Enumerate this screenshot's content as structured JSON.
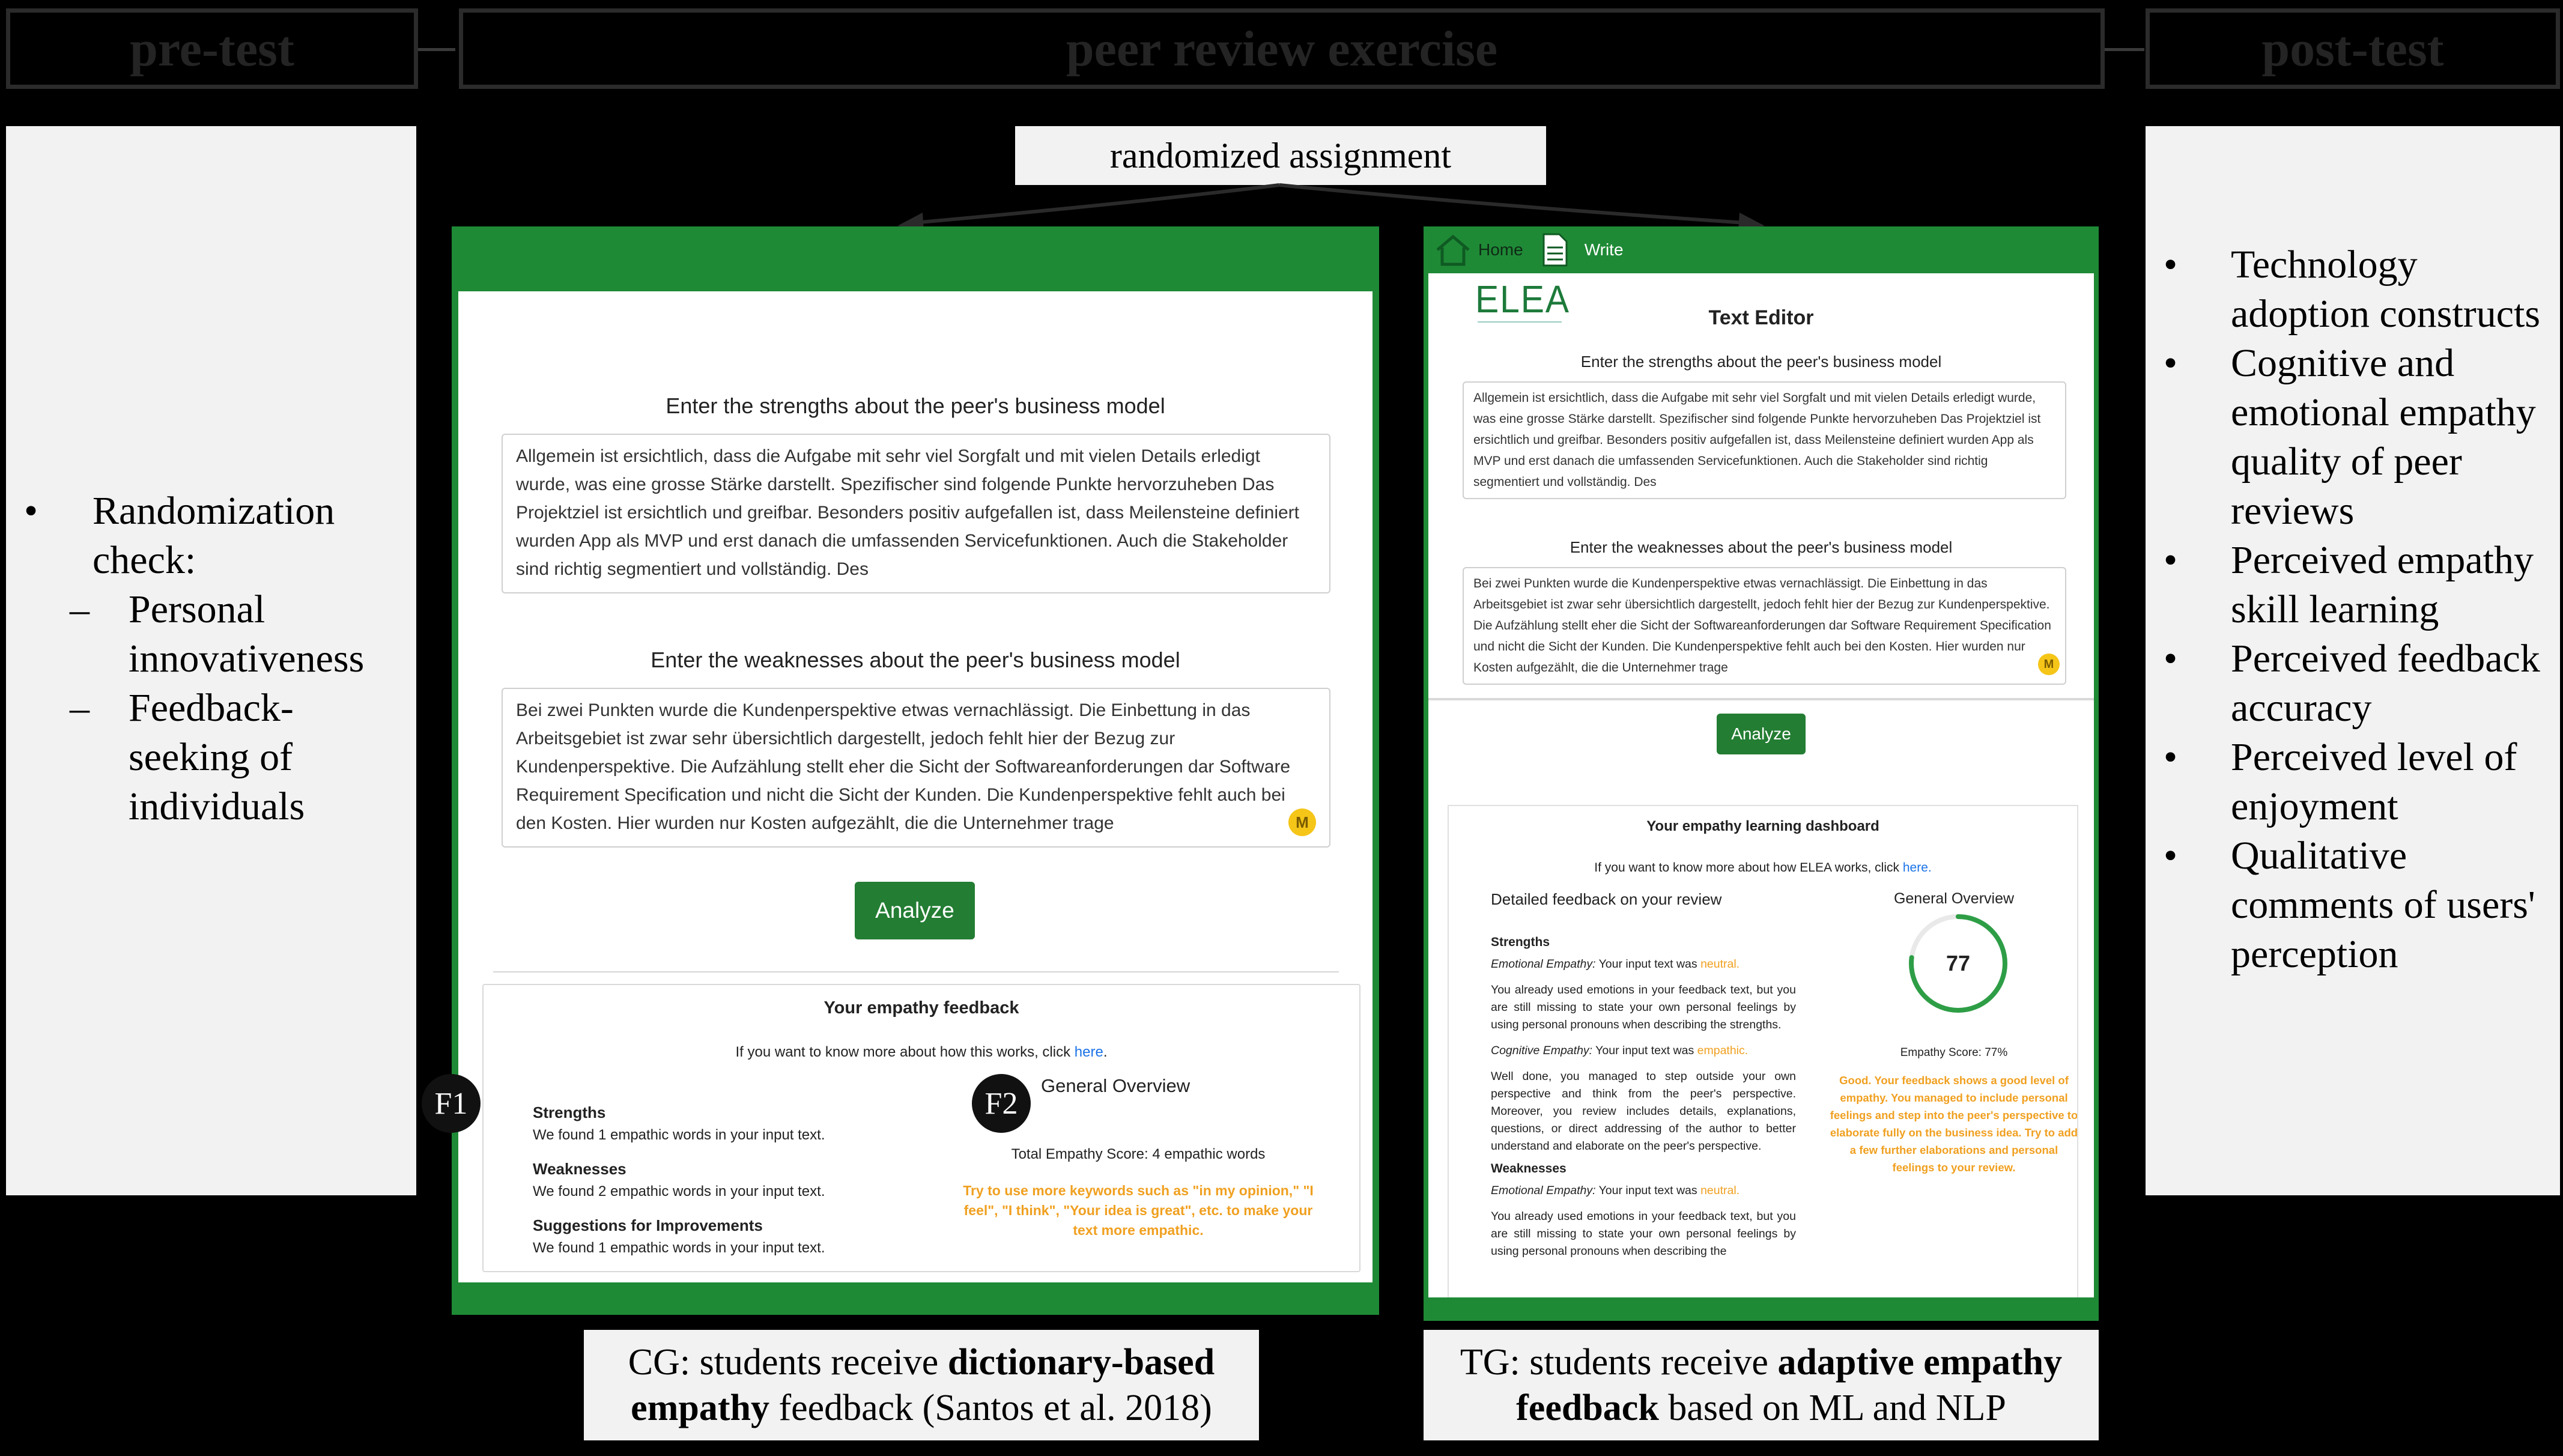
{
  "phases": {
    "pre": "pre-test",
    "peer": "peer review exercise",
    "post": "post-test"
  },
  "left_panel": {
    "bullet": "Randomization check:",
    "sub": [
      "Personal innovativeness",
      "Feedback-seeking of individuals"
    ]
  },
  "right_panel": {
    "items": [
      "Technology adoption constructs",
      "Cognitive and emotional empathy quality of peer reviews",
      "Perceived empathy skill learning",
      "Perceived feedback accuracy",
      "Perceived level of enjoyment",
      "Qualitative comments of users' perception"
    ]
  },
  "randomized": "randomized assignment",
  "cg_screen": {
    "strengths_label": "Enter the strengths about the peer's business model",
    "strengths_text": "Allgemein ist ersichtlich, dass die Aufgabe mit sehr viel Sorgfalt und mit vielen Details erledigt wurde, was eine grosse Stärke darstellt. Spezifischer sind folgende Punkte hervorzuheben Das Projektziel ist ersichtlich und greifbar. Besonders positiv aufgefallen ist, dass Meilensteine definiert wurden App als MVP und erst danach die umfassenden Servicefunktionen. Auch die Stakeholder sind richtig segmentiert und vollständig. Des",
    "weaknesses_label": "Enter the weaknesses about the peer's business model",
    "weaknesses_text": "Bei zwei Punkten wurde die Kundenperspektive etwas vernachlässigt. Die Einbettung in das Arbeitsgebiet ist zwar sehr übersichtlich dargestellt, jedoch fehlt hier der Bezug zur Kundenperspektive. Die Aufzählung stellt eher die Sicht der Softwareanforderungen dar Software Requirement Specification und nicht die Sicht der Kunden. Die Kundenperspektive fehlt auch bei den Kosten. Hier wurden nur Kosten aufgezählt, die die Unternehmer trage",
    "analyze": "Analyze",
    "m": "M",
    "feedback_title": "Your empathy feedback",
    "feedback_intro": "If you want to know more about how this works, click",
    "here": "here",
    "strengths_h": "Strengths",
    "strengths_p": "We found 1 empathic words in your input text.",
    "weaknesses_h": "Weaknesses",
    "weaknesses_p": "We found 2 empathic words in your input text.",
    "suggestions_h": "Suggestions for Improvements",
    "suggestions_p": "We found 1 empathic words in your input text.",
    "overview_h": "General Overview",
    "total": "Total Empathy Score: 4 empathic words",
    "tip": "Try to use more keywords such as \"in my opinion,\" \"I feel\", \"I think\", \"Your idea is great\", etc. to make your text more empathic.",
    "f1": "F1",
    "f2": "F2"
  },
  "tg_screen": {
    "nav_home": "Home",
    "nav_write": "Write",
    "logo": "ELEA",
    "editor_title": "Text Editor",
    "strengths_label": "Enter the strengths about the peer's business model",
    "strengths_text": "Allgemein ist ersichtlich, dass die Aufgabe mit sehr viel Sorgfalt und mit vielen Details erledigt wurde, was eine grosse Stärke darstellt. Spezifischer sind folgende Punkte hervorzuheben Das Projektziel ist ersichtlich und greifbar. Besonders positiv aufgefallen ist, dass Meilensteine definiert wurden App als MVP und erst danach die umfassenden Servicefunktionen. Auch die Stakeholder sind richtig segmentiert und vollständig. Des",
    "weaknesses_label": "Enter the weaknesses about the peer's business model",
    "weaknesses_text": "Bei zwei Punkten wurde die Kundenperspektive etwas vernachlässigt. Die Einbettung in das Arbeitsgebiet ist zwar sehr übersichtlich dargestellt, jedoch fehlt hier der Bezug zur Kundenperspektive. Die Aufzählung stellt eher die Sicht der Softwareanforderungen dar Software Requirement Specification und nicht die Sicht der Kunden. Die Kundenperspektive fehlt auch bei den Kosten. Hier wurden nur Kosten aufgezählt, die die Unternehmer trage",
    "analyze": "Analyze",
    "m": "M",
    "dash_title": "Your empathy learning dashboard",
    "dash_intro": "If you want to know more about how ELEA works, click",
    "here": "here.",
    "detailed_h": "Detailed feedback on your review",
    "strengths_h": "Strengths",
    "emo_label": "Emotional Empathy:",
    "emo_text": "Your input text was",
    "neutral": "neutral.",
    "emo_para": "You already used emotions in your feedback text, but you are still missing to state your own personal feelings by using personal pronouns when describing the strengths.",
    "cog_label": "Cognitive Empathy:",
    "cog_text": "Your input text was",
    "empathic": "empathic.",
    "cog_para": "Well done, you managed to step outside your own perspective and think from the peer's perspective. Moreover, you review includes details, explanations, questions, or direct addressing of the author to better understand and elaborate on the peer's perspective.",
    "weaknesses_h": "Weaknesses",
    "w_emo_label": "Emotional Empathy:",
    "w_emo_text": "Your input text was",
    "w_neutral": "neutral.",
    "w_para": "You already used emotions in your feedback text, but you are still missing to state your own personal feelings by using personal pronouns when describing the",
    "overview_h": "General Overview",
    "score": "77",
    "score_fraction": 0.77,
    "score_label": "Empathy Score: 77%",
    "good_text": "Good. Your feedback shows a good level of empathy. You managed to include personal feelings and step into the peer's perspective to elaborate fully on the business idea. Try to add a few further elaborations and personal feelings to your review."
  },
  "captions": {
    "cg_pre": "CG: students receive ",
    "cg_bold": "dictionary-based empathy",
    "cg_post": " feedback (Santos et al. 2018)",
    "tg_pre": "TG: students receive ",
    "tg_bold": "adaptive empathy feedback",
    "tg_post": " based on ML and NLP"
  },
  "colors": {
    "green": "#1f8a36",
    "button_green": "#237d33",
    "orange": "#f0a020",
    "link": "#1a73e8"
  }
}
